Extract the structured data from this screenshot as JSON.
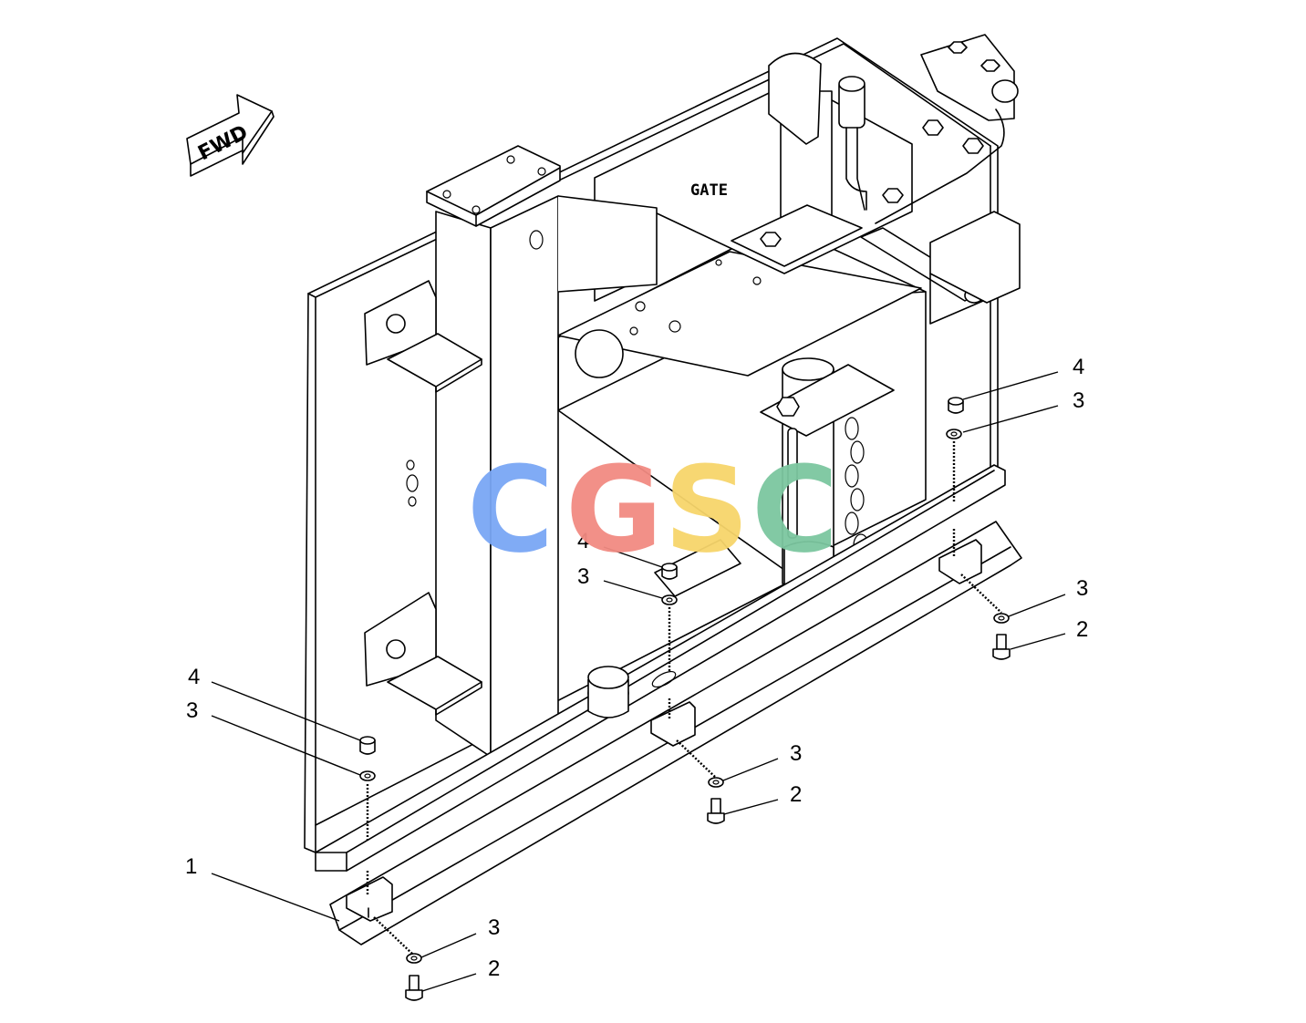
{
  "diagram": {
    "fwd_label": "FWD",
    "gate_label": "GATE",
    "watermark": {
      "text": "CGSC",
      "letters": [
        {
          "char": "C",
          "color": "#7aa7f5"
        },
        {
          "char": "G",
          "color": "#f28b82"
        },
        {
          "char": "S",
          "color": "#f7d56b"
        },
        {
          "char": "C",
          "color": "#7cc7a0"
        }
      ]
    },
    "callouts": [
      {
        "id": "c4-right",
        "label": "4"
      },
      {
        "id": "c3-right-top",
        "label": "3"
      },
      {
        "id": "c3-right-bottom",
        "label": "3"
      },
      {
        "id": "c2-right",
        "label": "2"
      },
      {
        "id": "c4-center",
        "label": "4"
      },
      {
        "id": "c3-center-top",
        "label": "3"
      },
      {
        "id": "c3-center-bottom",
        "label": "3"
      },
      {
        "id": "c2-center",
        "label": "2"
      },
      {
        "id": "c4-left",
        "label": "4"
      },
      {
        "id": "c3-left-top",
        "label": "3"
      },
      {
        "id": "c1",
        "label": "1"
      },
      {
        "id": "c3-left-bottom",
        "label": "3"
      },
      {
        "id": "c2-left",
        "label": "2"
      }
    ]
  }
}
